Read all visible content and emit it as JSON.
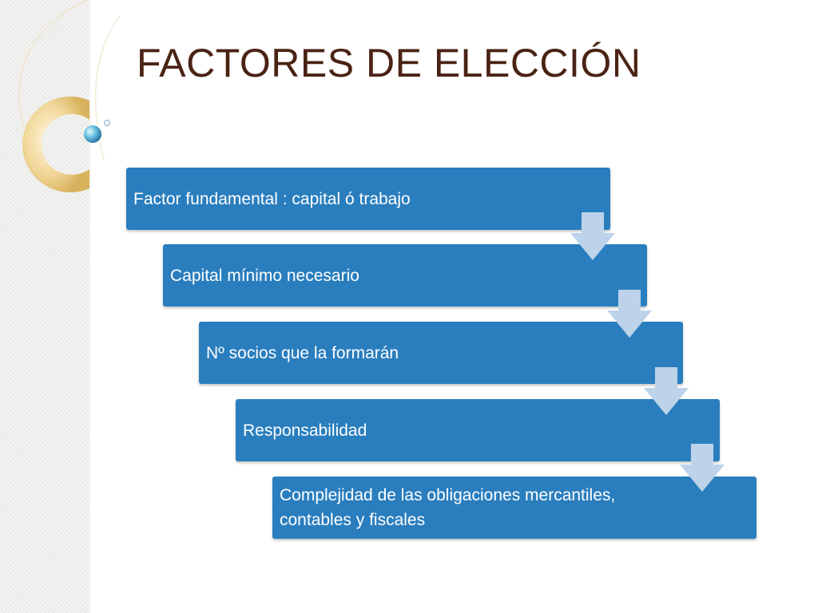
{
  "title": "FACTORES DE ELECCIÓN",
  "colors": {
    "title": "#4a2314",
    "step_fill": "#2a7ebe",
    "arrow_fill": "#bcd3ea",
    "step_text": "#ffffff"
  },
  "steps": [
    {
      "label": "Factor fundamental : capital ó trabajo"
    },
    {
      "label": "Capital mínimo necesario"
    },
    {
      "label": "Nº socios que la formarán"
    },
    {
      "label": "Responsabilidad"
    },
    {
      "label": "Complejidad de las obligaciones mercantiles,\ncontables y fiscales"
    }
  ],
  "decoration": {
    "icons": [
      "ring-icon",
      "bubble-icon"
    ]
  }
}
